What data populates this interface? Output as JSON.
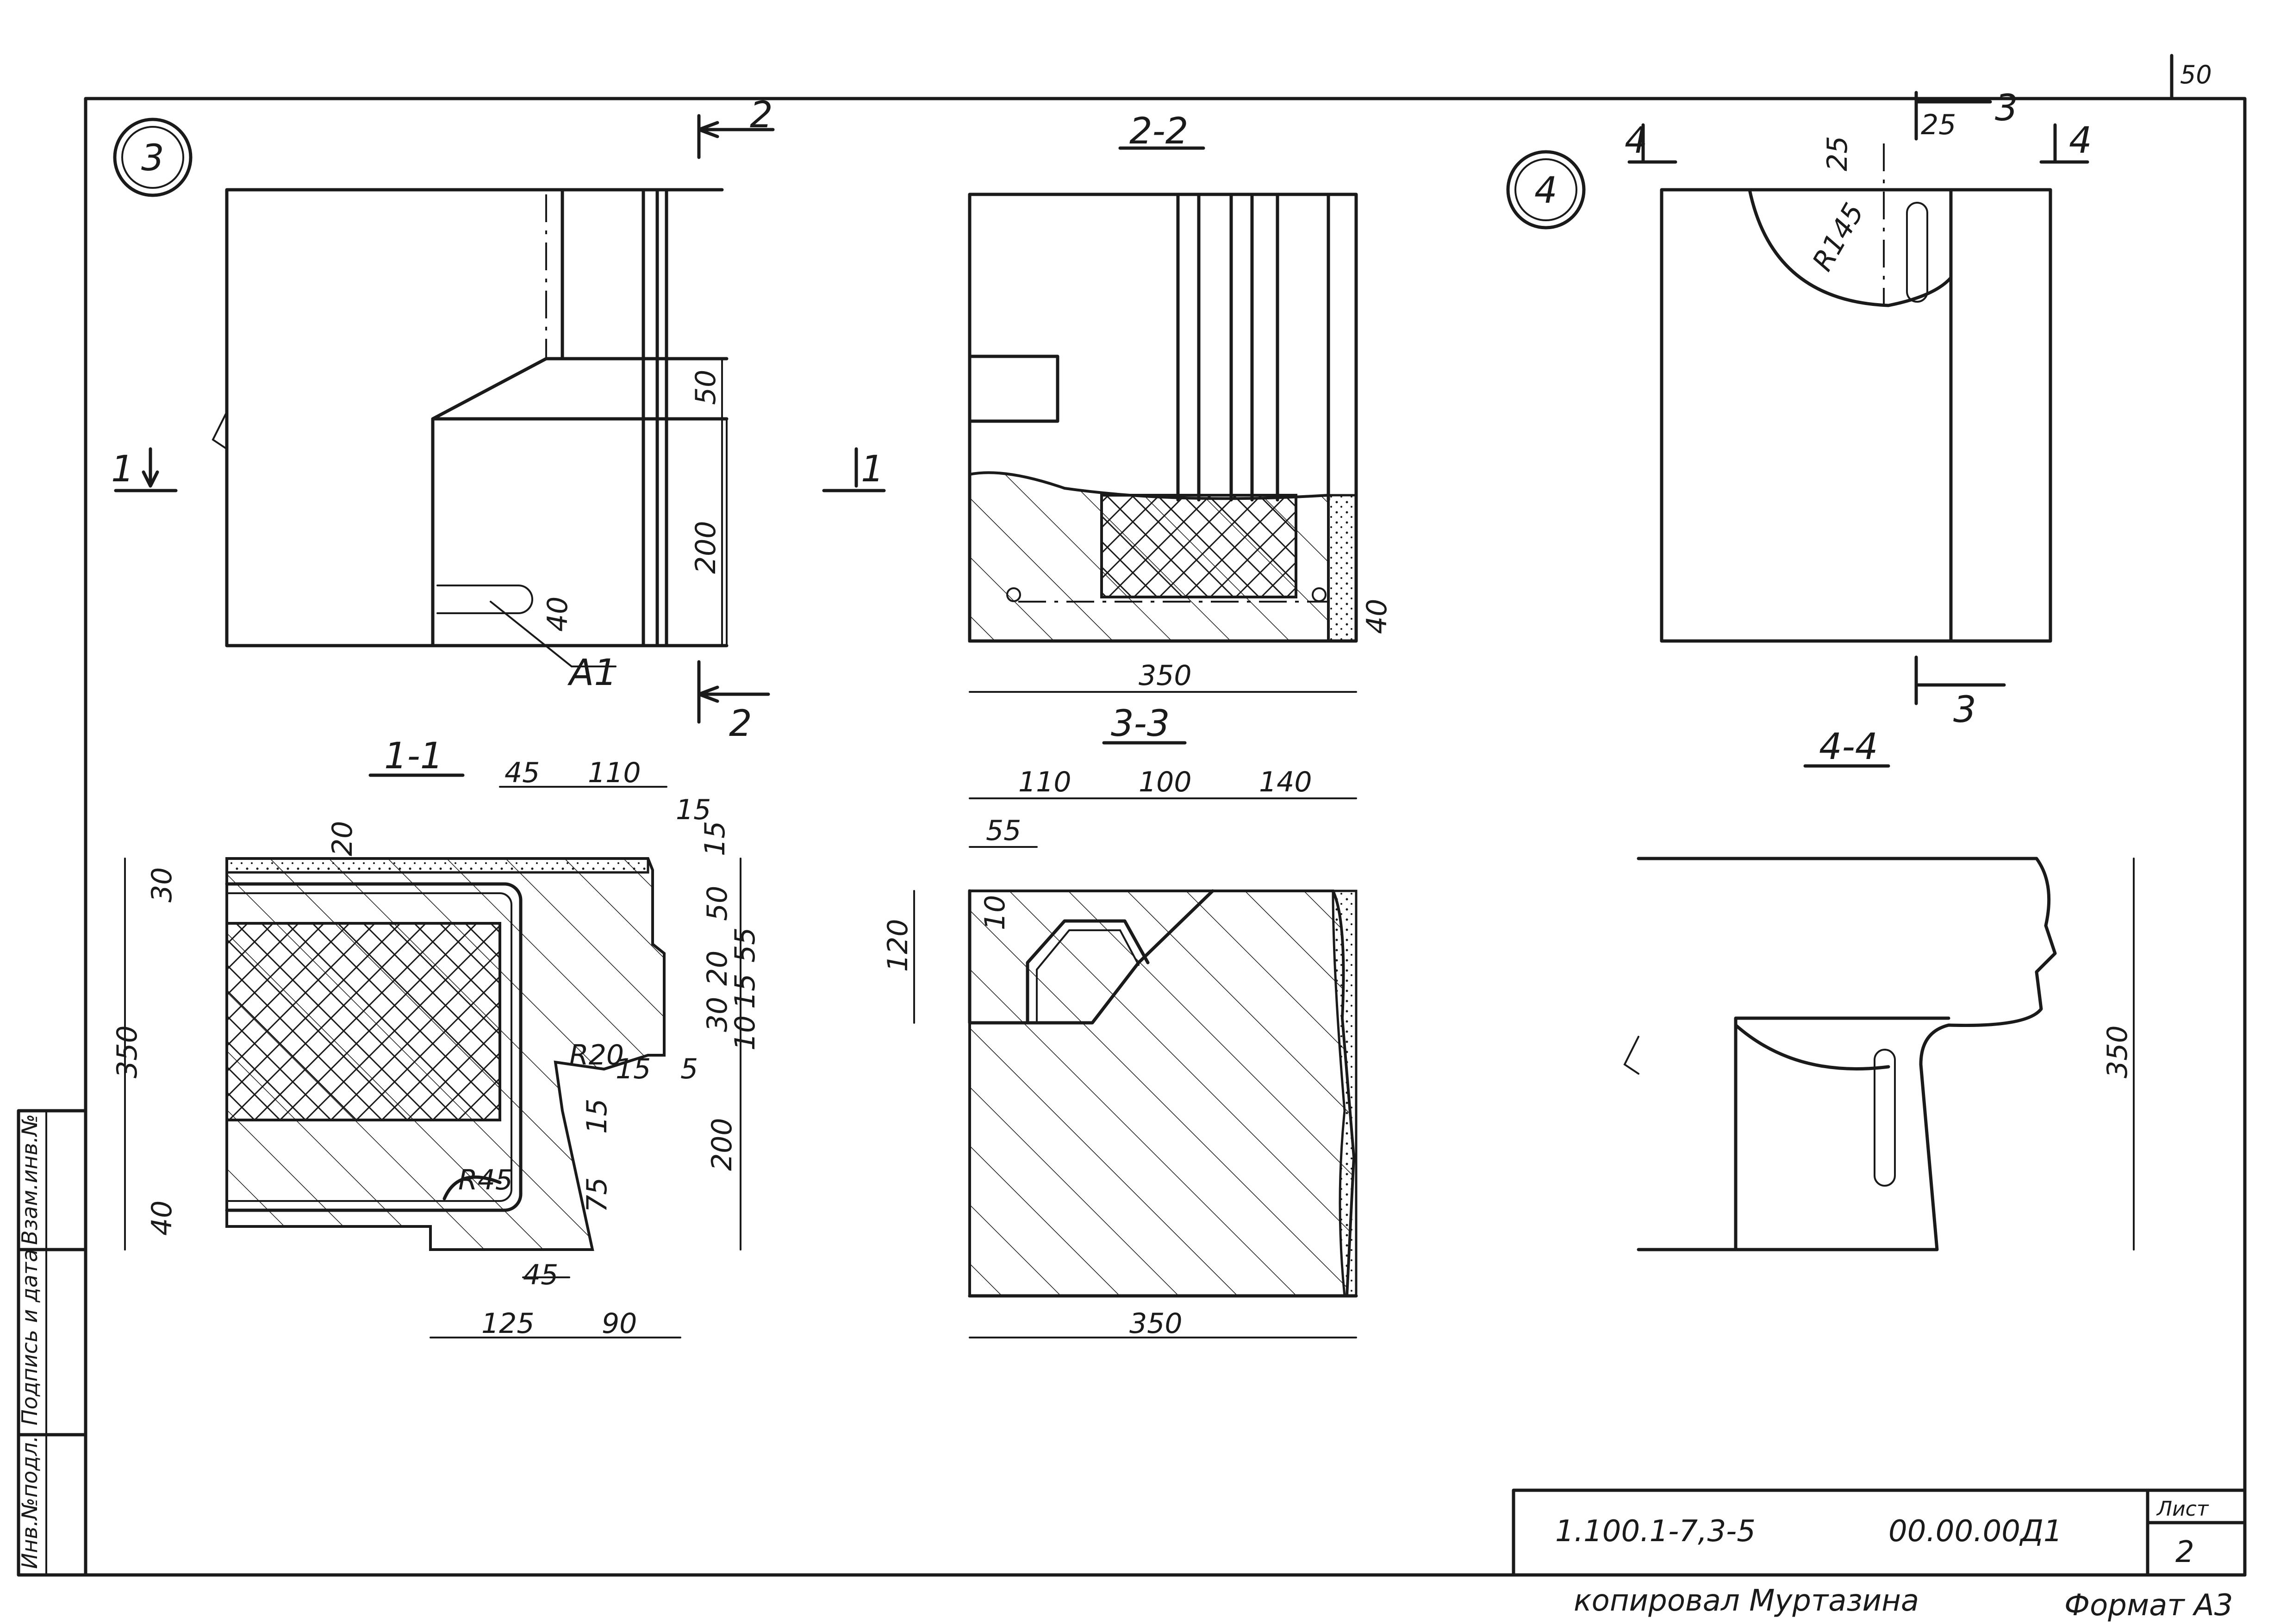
{
  "sheet": {
    "page_number": "50",
    "drawing_code": "1.100.1-7,3-5",
    "drawing_number": "00.00.00Д1",
    "sheet_label": "Лист",
    "sheet_value": "2",
    "copied_by": "копировал Муртазина",
    "format": "Формат А3"
  },
  "side_stamp": [
    "Инв.№подл.",
    "Подпись и дата",
    "Взам.инв.№"
  ],
  "nodes": {
    "node3": "3",
    "node4": "4"
  },
  "section_titles": {
    "s22": "2-2",
    "s11": "1-1",
    "s33": "3-3",
    "s44": "4-4"
  },
  "section_marks": {
    "m1": "1",
    "m2": "2",
    "m3": "3",
    "m4": "4"
  },
  "callouts": {
    "a1": "А1"
  },
  "dimensions": {
    "n3_50": "50",
    "n3_200": "200",
    "n3_40": "40",
    "s22_350": "350",
    "s22_40": "40",
    "n4_25a": "25",
    "n4_25b": "25",
    "n4_r145": "R145",
    "s11_45": "45",
    "s11_110": "110",
    "s11_15a": "15",
    "s11_15b": "15",
    "s11_20": "20",
    "s11_30": "30",
    "s11_50": "50",
    "s11_55": "55",
    "s11_20b": "20",
    "s11_15c": "15",
    "s11_30b": "30",
    "s11_10": "10",
    "s11_r20": "R20",
    "s11_15d": "15",
    "s11_5": "5",
    "s11_15e": "15",
    "s11_200": "200",
    "s11_75": "75",
    "s11_r45": "R45",
    "s11_350": "350",
    "s11_40": "40",
    "s11_45b": "45",
    "s11_125": "125",
    "s11_90": "90",
    "s33_110": "110",
    "s33_100": "100",
    "s33_140": "140",
    "s33_55": "55",
    "s33_10": "10",
    "s33_120": "120",
    "s33_350": "350",
    "s44_350": "350"
  }
}
